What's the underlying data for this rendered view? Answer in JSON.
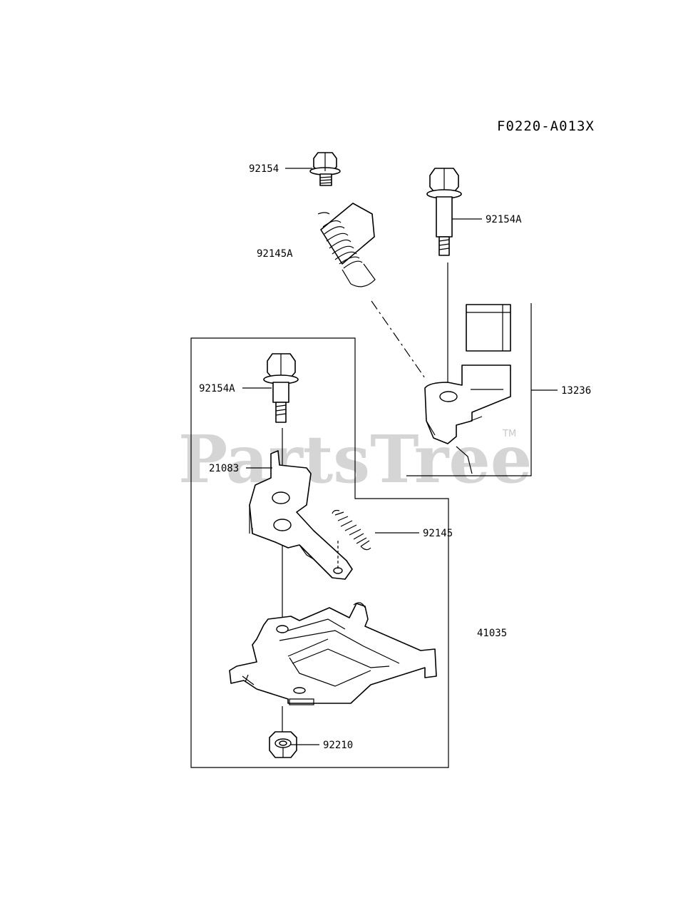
{
  "diagram": {
    "code": "F0220-A013X",
    "watermark": "PartsTree",
    "trademark": "TM",
    "parts": {
      "p92154": "92154",
      "p92145A": "92145A",
      "p92154A_top": "92154A",
      "p13236": "13236",
      "p92154A_left": "92154A",
      "p21083": "21083",
      "p92145": "92145",
      "p41035": "41035",
      "p92210": "92210"
    }
  }
}
